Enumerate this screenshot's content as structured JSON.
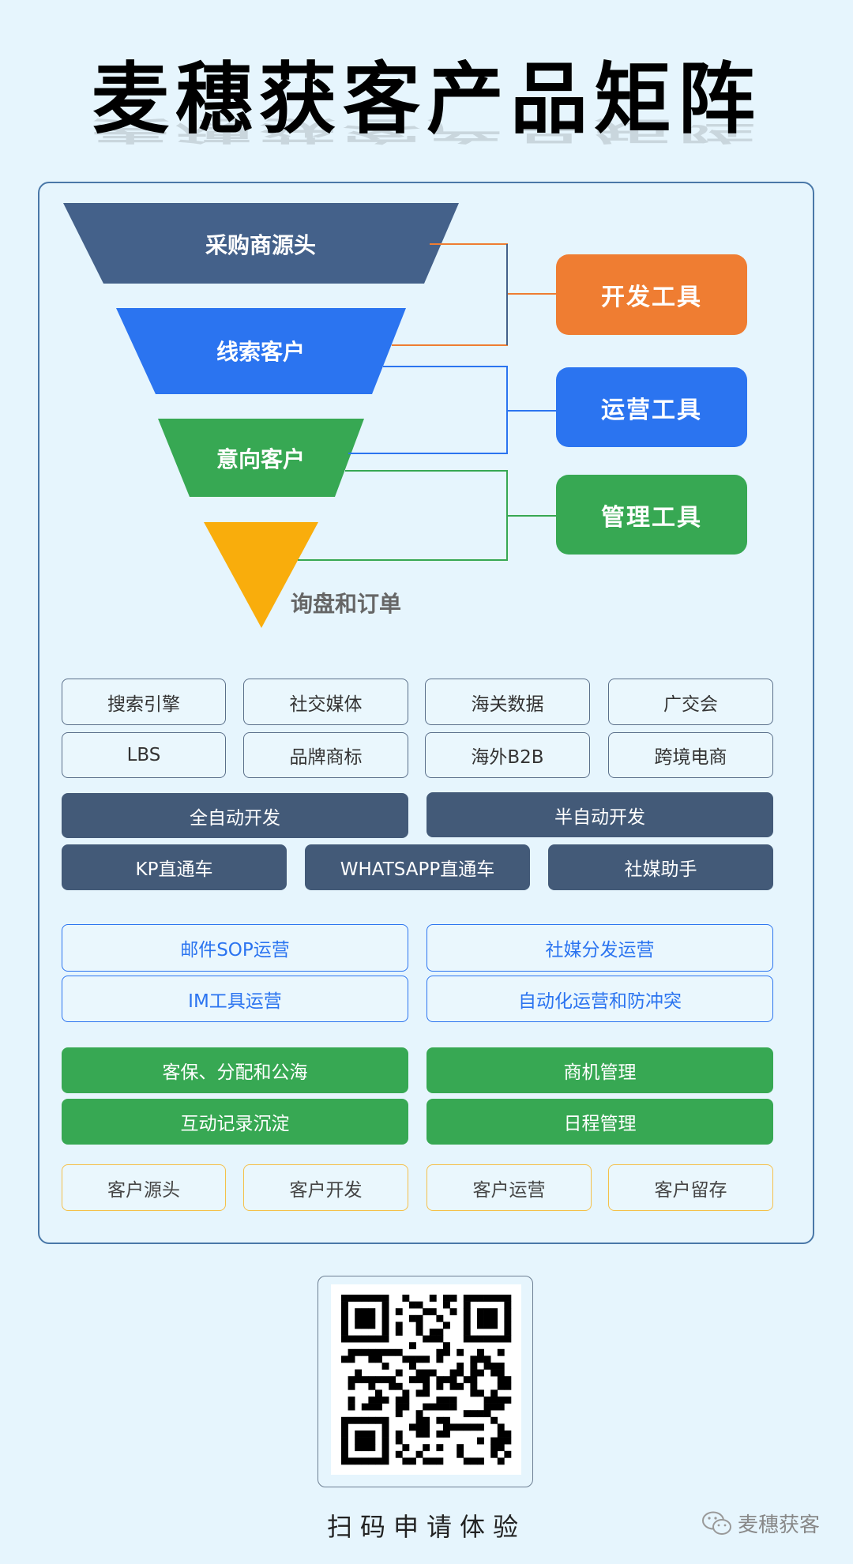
{
  "title": "麦穗获客产品矩阵",
  "funnel": [
    {
      "label": "采购商源头",
      "color": "#44618a"
    },
    {
      "label": "线索客户",
      "color": "#2b74f0"
    },
    {
      "label": "意向客户",
      "color": "#37a853"
    },
    {
      "label": "询盘和订单",
      "color": "#f9ad0c"
    }
  ],
  "tools": [
    {
      "label": "开发工具",
      "color": "#ef7d32"
    },
    {
      "label": "运营工具",
      "color": "#2b74f0"
    },
    {
      "label": "管理工具",
      "color": "#37a853"
    }
  ],
  "sources": [
    "搜索引擎",
    "社交媒体",
    "海关数据",
    "广交会",
    "LBS",
    "品牌商标",
    "海外B2B",
    "跨境电商"
  ],
  "dev": [
    "全自动开发",
    "半自动开发",
    "KP直通车",
    "WHATSAPP直通车",
    "社媒助手"
  ],
  "ops": [
    "邮件SOP运营",
    "社媒分发运营",
    "IM工具运营",
    "自动化运营和防冲突"
  ],
  "mgmt": [
    "客保、分配和公海",
    "商机管理",
    "互动记录沉淀",
    "日程管理"
  ],
  "stages": [
    "客户源头",
    "客户开发",
    "客户运营",
    "客户留存"
  ],
  "qr": {
    "caption": "扫码申请体验"
  },
  "watermark": {
    "icon": "wechat-icon",
    "text": "麦穗获客"
  }
}
